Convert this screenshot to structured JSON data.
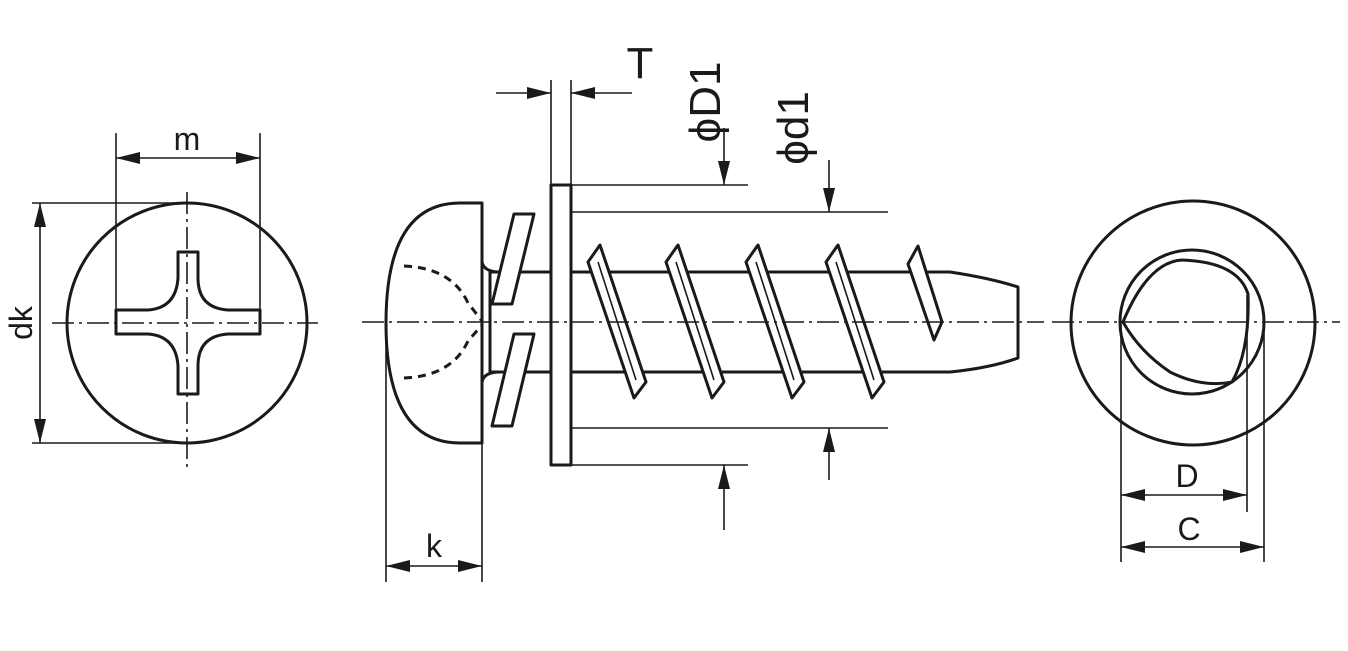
{
  "labels": {
    "m": "m",
    "dk": "dk",
    "k": "k",
    "T": "T",
    "phi_D1": "ϕD1",
    "phi_d1": "ϕd1",
    "D": "D",
    "C": "C"
  }
}
